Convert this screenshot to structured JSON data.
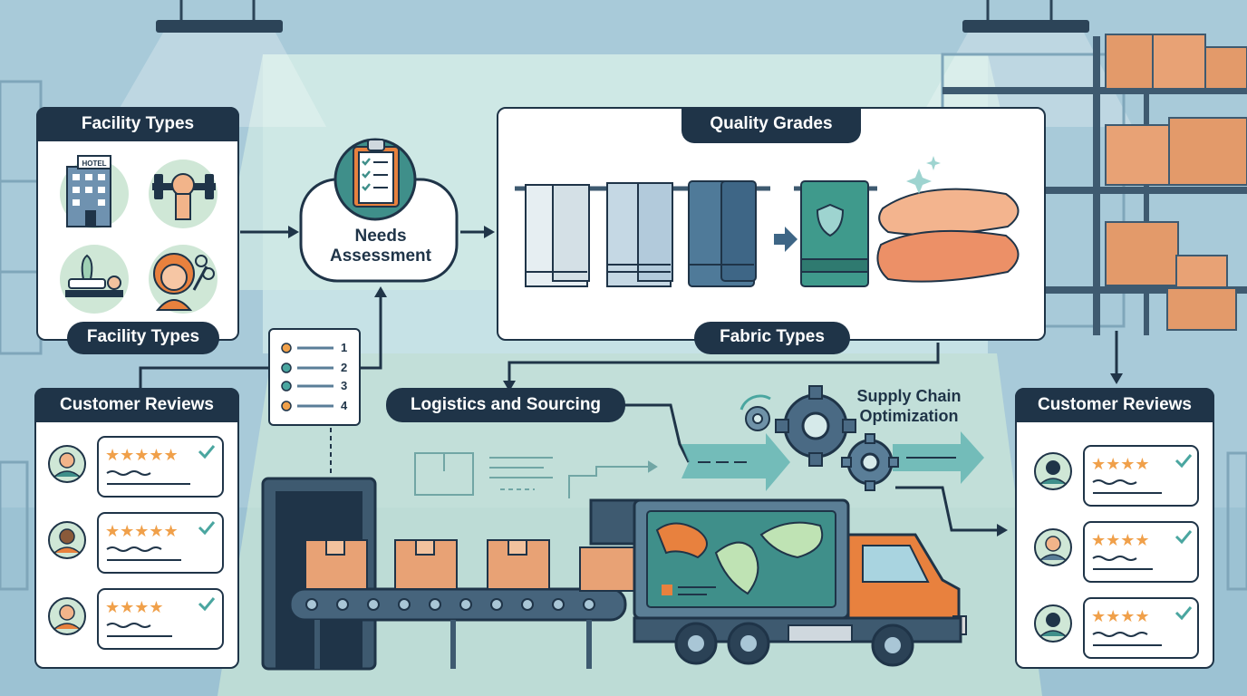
{
  "facility": {
    "title": "Facility Types",
    "caption": "Facility Types",
    "hotel_sign": "HOTEL"
  },
  "needs": {
    "label_line1": "Needs",
    "label_line2": "Assessment"
  },
  "checklist": {
    "numbers": [
      "1",
      "2",
      "3",
      "4"
    ]
  },
  "quality": {
    "title": "Quality Grades",
    "caption": "Fabric Types"
  },
  "logistics": {
    "label": "Logistics and Sourcing"
  },
  "supply": {
    "line1": "Supply Chain",
    "line2": "Optimization"
  },
  "reviews_left": {
    "title": "Customer Reviews"
  },
  "reviews_right": {
    "title": "Customer Reviews"
  },
  "colors": {
    "navy": "#1f3448",
    "orange": "#e8813e",
    "teal": "#3f8f8a",
    "star": "#f0a04a",
    "check": "#4aa6a0"
  }
}
